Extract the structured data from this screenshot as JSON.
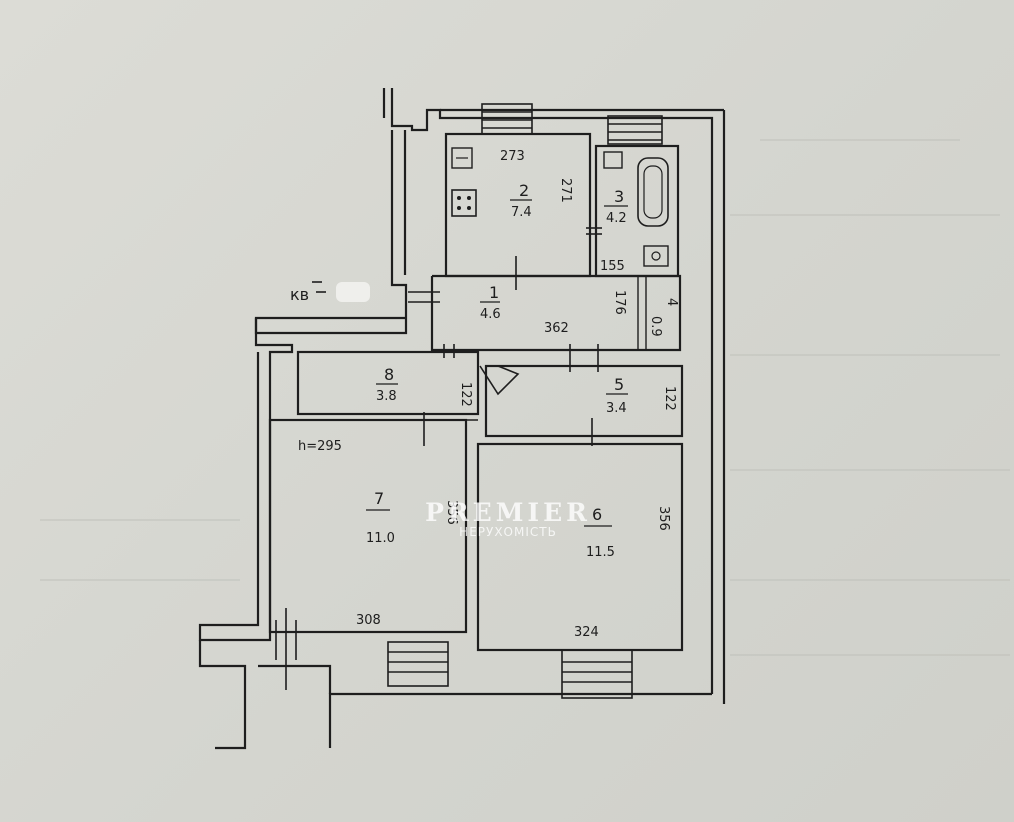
{
  "plan": {
    "entrance_label": "кв",
    "ceiling_height": "h=295",
    "rooms": [
      {
        "id": "1",
        "area": "4.6"
      },
      {
        "id": "2",
        "area": "7.4"
      },
      {
        "id": "3",
        "area": "4.2"
      },
      {
        "id": "4",
        "area": "0.9"
      },
      {
        "id": "5",
        "area": "3.4"
      },
      {
        "id": "6",
        "area": "11.5"
      },
      {
        "id": "7",
        "area": "11.0"
      },
      {
        "id": "8",
        "area": "3.8"
      }
    ],
    "dimensions": [
      "273",
      "271",
      "155",
      "176",
      "362",
      "122",
      "122",
      "356",
      "356",
      "308",
      "324"
    ]
  },
  "watermark": {
    "brand": "PREMIER",
    "subtitle": "НЕРУХОМІСТЬ"
  }
}
